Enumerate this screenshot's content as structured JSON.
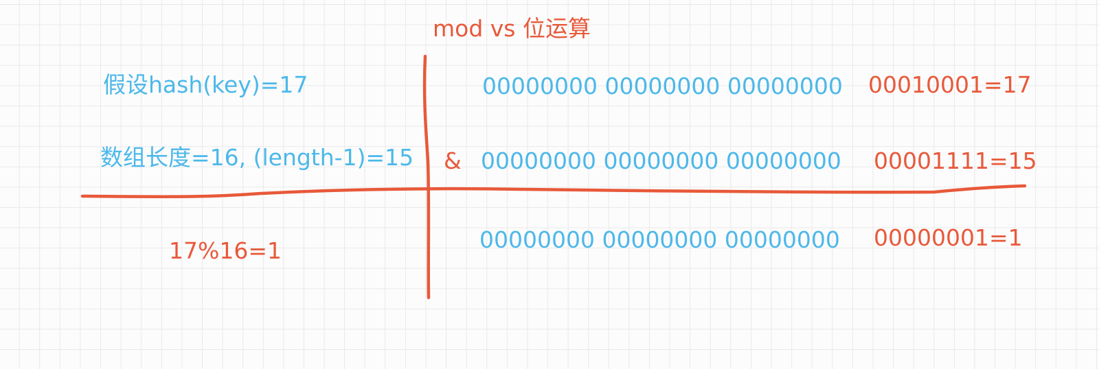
{
  "title": "mod vs 位运算",
  "left": {
    "hash_assumption": "假设hash(key)=17",
    "array_length": "数组长度=16, (length-1)=15",
    "mod_result": "17%16=1"
  },
  "operator": "&",
  "rows": [
    {
      "high_bytes": "00000000 00000000 00000000",
      "low_byte": "00010001=17"
    },
    {
      "high_bytes": "00000000 00000000 00000000",
      "low_byte": "00001111=15"
    },
    {
      "high_bytes": "00000000 00000000 00000000",
      "low_byte": "00000001=1"
    }
  ],
  "colors": {
    "accent_red": "#e8593a",
    "accent_blue": "#4cb8ea",
    "grid": "#e9e9e9"
  }
}
